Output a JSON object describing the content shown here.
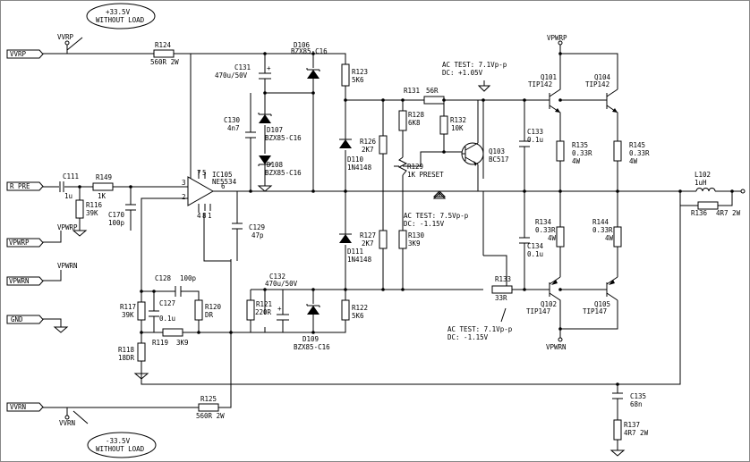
{
  "ports": {
    "vvrp": "VVRP",
    "r_pre": "R PRE",
    "vpwrp": "VPWRP",
    "vpwrn": "VPWRN",
    "gnd": "GND",
    "vvrn": "VVRN"
  },
  "rails": {
    "vvrp": "VVRP",
    "vvrn": "VVRN",
    "vpwrp_out": "VPWRP",
    "vpwrn_out": "VPWRN",
    "vpwrp_in": "VPWRP",
    "vpwrn_in": "VPWRN"
  },
  "notes": {
    "top_line1": "+33.5V",
    "top_line2": "WITHOUT LOAD",
    "bottom_line1": "-33.5V",
    "bottom_line2": "WITHOUT LOAD"
  },
  "tests": {
    "top_ac": "AC TEST: 7.1Vp-p",
    "top_dc": "DC: +1.05V",
    "mid_ac": "AC TEST: 7.5Vp-p",
    "mid_dc": "DC: -1.15V",
    "bot_ac": "AC TEST: 7.1Vp-p",
    "bot_dc": "DC: -1.15V"
  },
  "components": {
    "r124": {
      "ref": "R124",
      "value": "560R 2W"
    },
    "r125": {
      "ref": "R125",
      "value": "560R 2W"
    },
    "d106": {
      "ref": "D106",
      "value": "BZX85-C16"
    },
    "d109": {
      "ref": "D109",
      "value": "BZX85-C16"
    },
    "d107": {
      "ref": "D107",
      "value": "BZX85-C16"
    },
    "d108": {
      "ref": "D108",
      "value": "BZX85-C16"
    },
    "c131": {
      "ref": "C131",
      "value": "470u/50V"
    },
    "c132": {
      "ref": "C132",
      "value": "470u/50V"
    },
    "c130": {
      "ref": "C130",
      "value": "4n7"
    },
    "r123": {
      "ref": "R123",
      "value": "5K6"
    },
    "r122": {
      "ref": "R122",
      "value": "5K6"
    },
    "r131": {
      "ref": "R131",
      "value": "56R"
    },
    "r128": {
      "ref": "R128",
      "value": "6K8"
    },
    "r132": {
      "ref": "R132",
      "value": "10K"
    },
    "r126": {
      "ref": "R126",
      "value": "2K7"
    },
    "r127": {
      "ref": "R127",
      "value": "2K7"
    },
    "r129": {
      "ref": "R129",
      "value": "1K PRESET"
    },
    "r130": {
      "ref": "R130",
      "value": "3K9"
    },
    "d110": {
      "ref": "D110",
      "value": "1N4148"
    },
    "d111": {
      "ref": "D111",
      "value": "1N4148"
    },
    "q103": {
      "ref": "Q103",
      "value": "BC517"
    },
    "q101": {
      "ref": "Q101",
      "value": "TIP142"
    },
    "q104": {
      "ref": "Q104",
      "value": "TIP142"
    },
    "q102": {
      "ref": "Q102",
      "value": "TIP147"
    },
    "q105": {
      "ref": "Q105",
      "value": "TIP147"
    },
    "c133": {
      "ref": "C133",
      "value": "0.1u"
    },
    "c134": {
      "ref": "C134",
      "value": "0.1u"
    },
    "r135": {
      "ref": "R135",
      "value": "0.33R",
      "power": "4W"
    },
    "r145": {
      "ref": "R145",
      "value": "0.33R",
      "power": "4W"
    },
    "r134": {
      "ref": "R134",
      "value": "0.33R",
      "power": "4W"
    },
    "r144": {
      "ref": "R144",
      "value": "0.33R",
      "power": "4W"
    },
    "r133": {
      "ref": "R133",
      "value": "33R"
    },
    "l102": {
      "ref": "L102",
      "value": "1uH"
    },
    "r136": {
      "ref": "R136",
      "value": "4R7 2W"
    },
    "c135": {
      "ref": "C135",
      "value": "68n"
    },
    "r137": {
      "ref": "R137",
      "value": "4R7 2W"
    },
    "ic105": {
      "ref": "IC105",
      "value": "NE5534"
    },
    "c111": {
      "ref": "C111",
      "value": "1u"
    },
    "r149": {
      "ref": "R149",
      "value": "1K"
    },
    "r116": {
      "ref": "R116",
      "value": "39K"
    },
    "c170": {
      "ref": "C170",
      "value": "100p"
    },
    "c129": {
      "ref": "C129",
      "value": "47p"
    },
    "c128": {
      "ref": "C128",
      "value": "100p"
    },
    "c127": {
      "ref": "C127",
      "value": "0.1u"
    },
    "r117": {
      "ref": "R117",
      "value": "39K"
    },
    "r120": {
      "ref": "R120",
      "value": "DR"
    },
    "r119": {
      "ref": "R119",
      "value": "3K9"
    },
    "r118": {
      "ref": "R118",
      "value": "18DR"
    },
    "r121": {
      "ref": "R121",
      "value": "220R"
    }
  },
  "pins": {
    "p3": "3",
    "p2": "2",
    "p7": "7",
    "p5": "5",
    "p4": "4",
    "p8": "8",
    "p1": "1",
    "p6": "6"
  },
  "colors": {
    "ink": "#000000",
    "background": "#ffffff"
  }
}
